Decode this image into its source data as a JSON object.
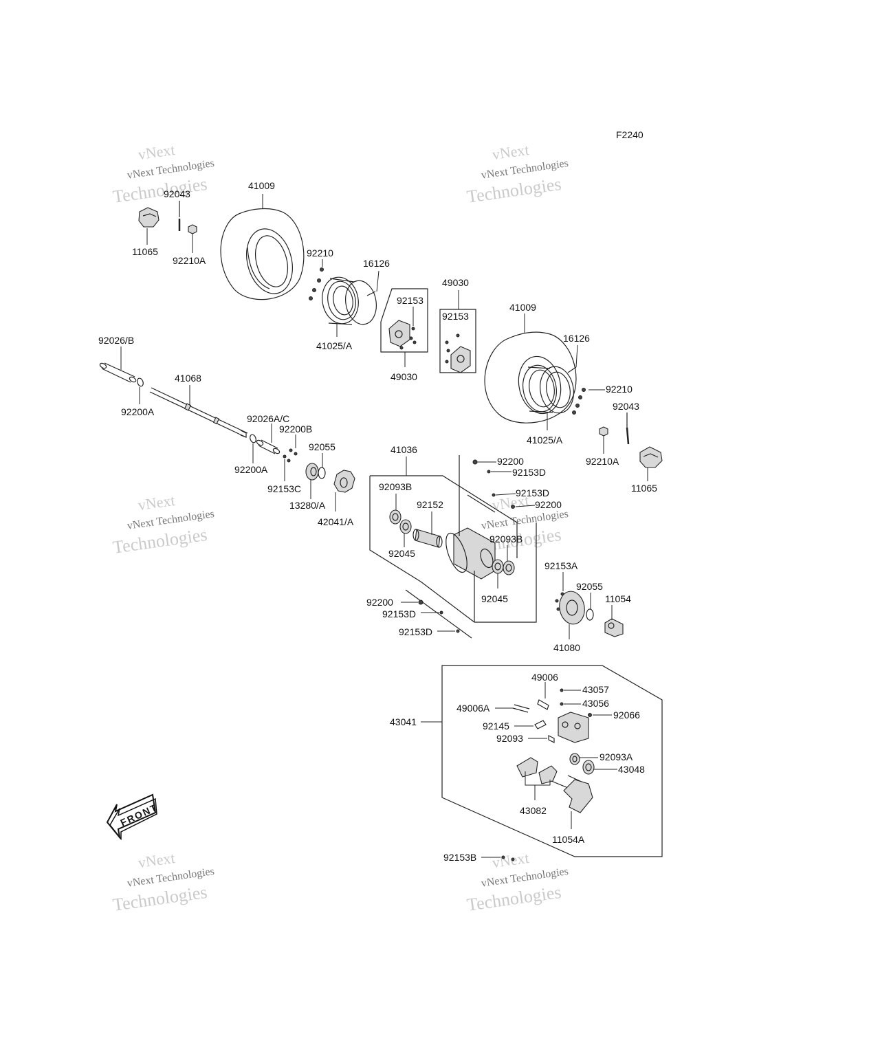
{
  "diagram_code": "F2240",
  "front_label": "FRONT",
  "watermark": {
    "line1": "vNext",
    "line2": "vNext Technologies",
    "line3": "Technologies"
  },
  "parts": {
    "p11065_a": "11065",
    "p92043_a": "92043",
    "p92210A_a": "92210A",
    "p41009_a": "41009",
    "p92210_a": "92210",
    "p16126_a": "16126",
    "p41025A_a": "41025/A",
    "p92153_a": "92153",
    "p49030_a": "49030",
    "p49030_b": "49030",
    "p92153_b": "92153",
    "p41009_b": "41009",
    "p16126_b": "16126",
    "p92210_b": "92210",
    "p92043_b": "92043",
    "p41025A_b": "41025/A",
    "p92210A_b": "92210A",
    "p11065_b": "11065",
    "p92026B": "92026/B",
    "p92200A_a": "92200A",
    "p41068": "41068",
    "p92026AC": "92026A/C",
    "p92200B": "92200B",
    "p92055_a": "92055",
    "p92200A_b": "92200A",
    "p92153C": "92153C",
    "p13280A": "13280/A",
    "p42041A": "42041/A",
    "p41036": "41036",
    "p92200_a": "92200",
    "p92153D_a": "92153D",
    "p92093B_a": "92093B",
    "p92152": "92152",
    "p92153D_b": "92153D",
    "p92200_b": "92200",
    "p92093B_b": "92093B",
    "p92045_a": "92045",
    "p92045_b": "92045",
    "p92153A": "92153A",
    "p92055_b": "92055",
    "p11054": "11054",
    "p41080": "41080",
    "p92200_c": "92200",
    "p92153D_c": "92153D",
    "p92153D_d": "92153D",
    "p49006": "49006",
    "p43057": "43057",
    "p49006A": "49006A",
    "p43056": "43056",
    "p92066": "92066",
    "p43041": "43041",
    "p92145": "92145",
    "p92093": "92093",
    "p92093A": "92093A",
    "p43048": "43048",
    "p43082": "43082",
    "p11054A": "11054A",
    "p92153B": "92153B"
  }
}
